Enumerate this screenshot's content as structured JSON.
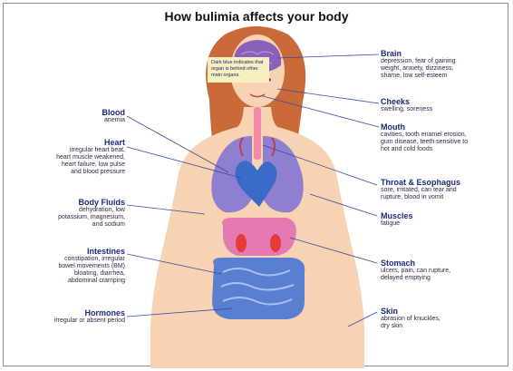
{
  "title": "How bulimia affects your body",
  "note": "Dark blue indicates that organ is behind other main organs.",
  "colors": {
    "label_heading": "#1b2a7a",
    "skin": "#f8d3b3",
    "hair": "#c96a38",
    "brain": "#8a60b8",
    "lungs": "#8e7fd0",
    "heart": "#3a6bc8",
    "stomach": "#e57ab0",
    "kidneys": "#e63b3b",
    "intestines": "#5a7fd0",
    "leader": "#3a4aa0"
  },
  "labels_left": [
    {
      "heading": "Blood",
      "desc": [
        "anemia"
      ]
    },
    {
      "heading": "Heart",
      "desc": [
        "irregular heart beat,",
        "heart muscle weakened,",
        "heart failure, low pulse",
        "and blood pressure"
      ]
    },
    {
      "heading": "Body Fluids",
      "desc": [
        "dehydration, low",
        "potassium, magnesium,",
        "and sodium"
      ]
    },
    {
      "heading": "Intestines",
      "desc": [
        "constipation, irregular",
        "bowel movements (BM)",
        "bloating, diarrhea,",
        "abdominal cramping"
      ]
    },
    {
      "heading": "Hormones",
      "desc": [
        "irregular or absent period"
      ]
    }
  ],
  "labels_right": [
    {
      "heading": "Brain",
      "desc": [
        "depression, fear of gaining",
        "weight, anxiety, dizziness,",
        "shame, low self-esteem"
      ]
    },
    {
      "heading": "Cheeks",
      "desc": [
        "swelling, soreness"
      ]
    },
    {
      "heading": "Mouth",
      "desc": [
        "cavities, tooth enamel erosion,",
        "gum disease, teeth sensitive to",
        "hot and cold foods"
      ]
    },
    {
      "heading": "Throat & Esophagus",
      "desc": [
        "sore, irritated, can tear and",
        "rupture, blood in vomit"
      ]
    },
    {
      "heading": "Muscles",
      "desc": [
        "fatigue"
      ]
    },
    {
      "heading": "Stomach",
      "desc": [
        "ulcers, pain, can rupture,",
        "delayed emptying"
      ]
    },
    {
      "heading": "Skin",
      "desc": [
        "abrasion of knuckles,",
        "dry skin"
      ]
    }
  ]
}
